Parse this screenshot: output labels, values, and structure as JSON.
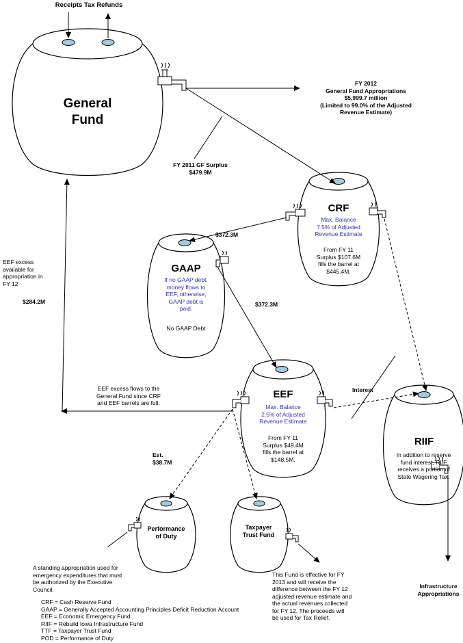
{
  "top_label": "Receipts Tax Refunds",
  "general_fund": {
    "name": "General\nFund"
  },
  "gf_appropriations": "FY 2012\nGeneral Fund Appropriations\n$5,999.7 million\n(Limited to 99.0% of the Adjusted\nRevenue Estimate)",
  "gf_surplus": "FY 2011 GF Surplus\n$479.9M",
  "crf": {
    "name": "CRF",
    "max_balance": "Max. Balance\n7.5% of Adjusted\nRevenue Estimate",
    "detail": "From FY 11\nSurplus $107.6M\nfills the barrel at\n$445.4M."
  },
  "flow_crf_to_gaap": "$372.3M",
  "gaap": {
    "name": "GAAP",
    "note": "If no GAAP debt,\nmoney flows to\nEEF, otherwise,\nGAAP debt is\npaid.",
    "detail": "No GAAP Debt"
  },
  "flow_gaap_to_eef": "$372.3M",
  "eef_excess_note": "EEF excess\navailable for\nappropriation in\nFY 12",
  "eef_excess_amount": "$284.2M",
  "eef_flows_note": "EEF excess flows to the\nGeneral Fund since CRF\nand EEF barrels are full.",
  "eef": {
    "name": "EEF",
    "max_balance": "Max. Balance\n2.5% of Adjusted\nRevenue Estimate",
    "detail": "From FY 11\nSurplus $49.4M\nfills the barrel at\n$148.5M."
  },
  "interest_label": "Interest",
  "est_pod": "Est.\n$38.7M",
  "riif": {
    "name": "RIIF",
    "note": "In addition to reserve\nfund interest, RIIF\nreceives a portion of\nState Wagering Tax."
  },
  "pod": {
    "name": "Performance\nof Duty"
  },
  "ttf": {
    "name": "Taxpayer\nTrust Fund"
  },
  "pod_note": "A standing appropriation used for\nemergency expenditures that must\nbe authorized by the Executive\nCouncil.",
  "ttf_note": "This Fund is effective for FY\n2013 and will receive the\ndifference between the FY 12\nadjusted revenue estimate and\nthe actual revenues collected\nfor FY 12.  The proceeds will\nbe used for Tax Relief.",
  "infrastructure": "Infrastructure\nAppropriations",
  "legend": [
    "CRF = Cash Reserve Fund",
    "GAAP = Generally Accepted Accounting Principles Deficit Reduction Account",
    "EEF = Economic Emergency Fund",
    "RIIF = Rebuild Iowa Infrastructure Fund",
    "TTF = Taxpayer Trust Fund",
    "POD = Performance of Duty"
  ],
  "colors": {
    "valve": "#a6cad6",
    "blue_text": "#3333aa"
  }
}
